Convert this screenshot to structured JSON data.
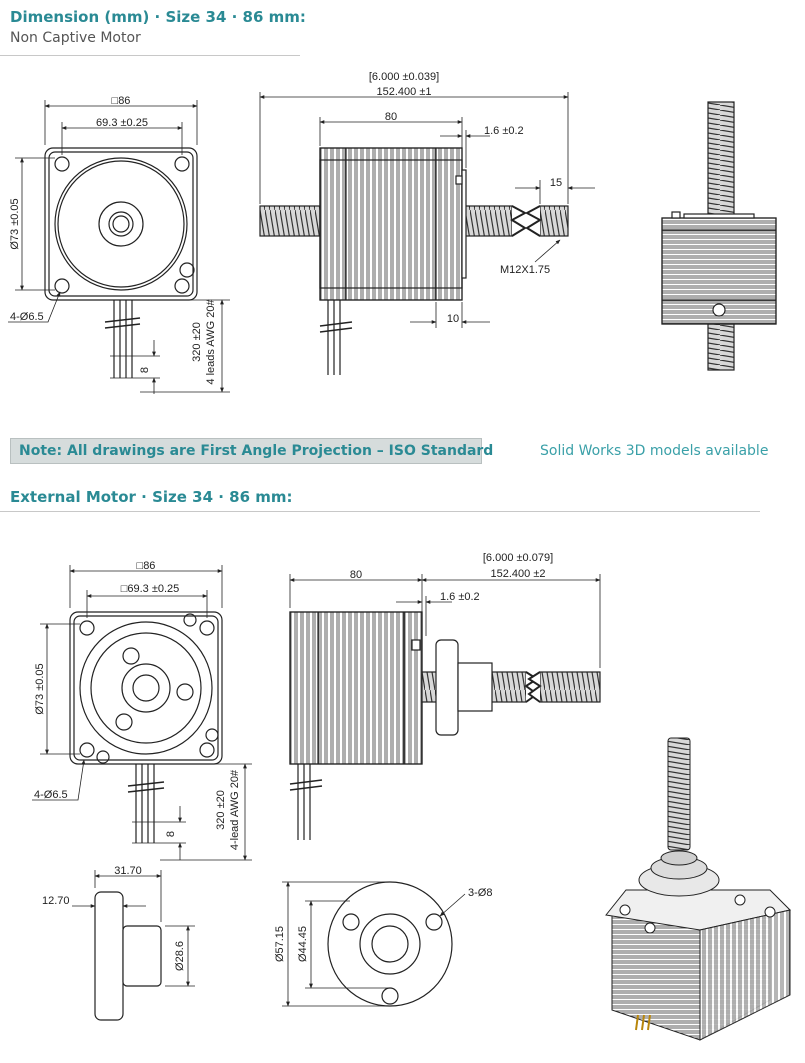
{
  "section1": {
    "title": "Dimension (mm) · Size 34 · 86 mm:",
    "subtitle": "Non Captive Motor",
    "front": {
      "square": "□86",
      "hole_pitch": "69.3 ±0.25",
      "pilot_dia": "Ø73 ±0.05",
      "holes": "4-Ø6.5",
      "lead_length": "320 ±20",
      "leads": "4 leads AWG 20#",
      "strip": "8"
    },
    "side": {
      "length_inch": "[6.000 ±0.039]",
      "length_mm": "152.400 ±1",
      "body": "80",
      "pilot": "1.6 ±0.2",
      "thread_len": "15",
      "thread": "M12X1.75",
      "overhang": "10"
    }
  },
  "note": "Note: All drawings are First Angle Projection – ISO Standard",
  "solid_works": "Solid Works 3D models available",
  "section2": {
    "title": "External Motor · Size 34 · 86 mm:",
    "front": {
      "square": "□86",
      "hole_pitch": "□69.3 ±0.25",
      "pilot_dia": "Ø73 ±0.05",
      "holes": "4-Ø6.5",
      "lead_length": "320 ±20",
      "leads": "4-lead AWG 20#",
      "strip": "8"
    },
    "side": {
      "length_inch": "[6.000 ±0.079]",
      "length_mm": "152.400 ±2",
      "body": "80",
      "pilot": "1.6 ±0.2"
    },
    "nut_side": {
      "length": "31.70",
      "flange": "12.70",
      "dia": "Ø28.6"
    },
    "nut_front": {
      "outer_dia": "Ø57.15",
      "pitch_dia": "Ø44.45",
      "holes": "3-Ø8"
    }
  }
}
